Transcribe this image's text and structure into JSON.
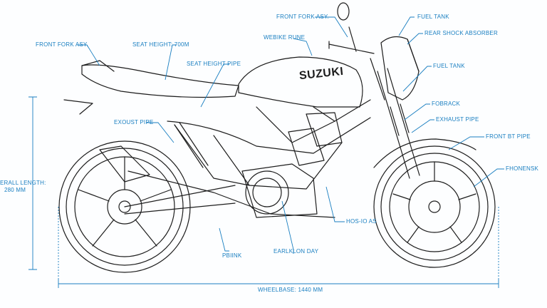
{
  "colors": {
    "callout": "#1a7fc1",
    "outline": "#1d1d1d",
    "background": "#fdfeff"
  },
  "brand": "SUZUKI",
  "labels": {
    "front_fork_top": "FRONT FORK ASY.",
    "fuel_tank_top": "FUEL TANK",
    "rear_shock": "REAR SHOCK ABSORBER",
    "front_fork_left": "FRONT FORK ASY.",
    "seat_height_top": "SEAT HEIGHT: 700M",
    "webike_rune": "WEBIKE RUNE",
    "seat_height_pipe": "SEAT HEIGHT PIPE",
    "fuel_tank_right": "FUEL TANK",
    "fobrack": "FOBRACK",
    "exhaust_left": "EXOUST PIPE",
    "exhaust_right": "EXHAUST PIPE",
    "front_bt_pipe": "FRONT BT PIPE",
    "fhonensk": "FHONENSK",
    "overall_length_1": "ERALL LENGTH:",
    "overall_length_2": "280 MM",
    "hos_as": "HOS-IO AS",
    "pbink": "PBIINK",
    "earlklon_day": "EARLKLON DAY",
    "wheelbase": "WHEELBASE: 1440 MM"
  }
}
